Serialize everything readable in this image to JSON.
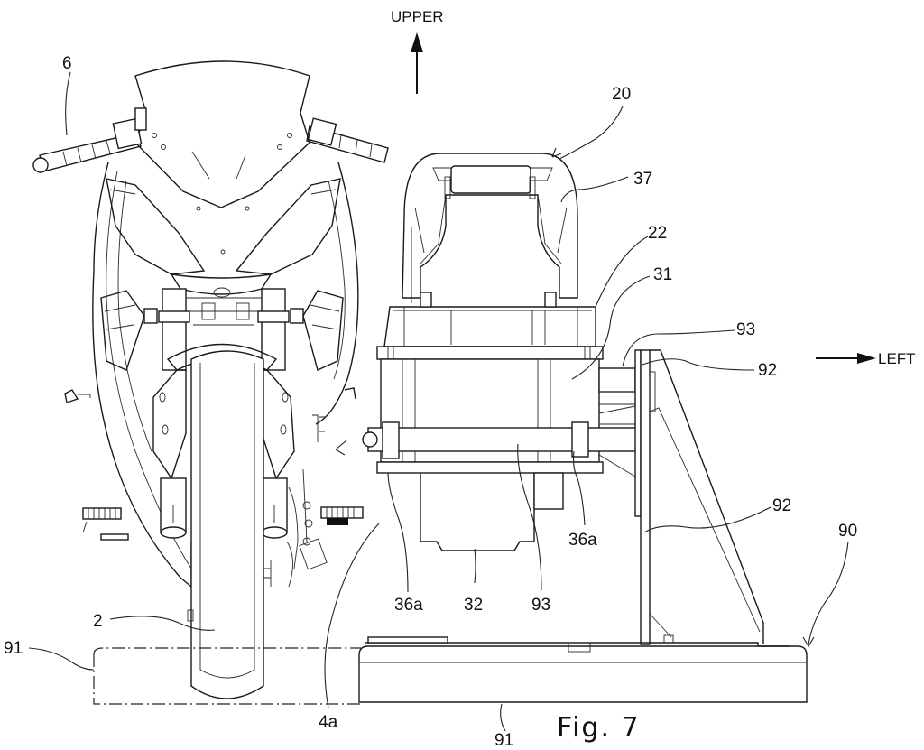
{
  "figure": {
    "caption": "Fig. 7",
    "directions": {
      "up": "UPPER",
      "right": "LEFT"
    },
    "reference_labels": {
      "handlebar": "6",
      "front_wheel": "2",
      "motorcycle_side": "4a",
      "stand_base_dashed": "91",
      "stand_base": "91",
      "battery_unit": "20",
      "handle_cover": "37",
      "upper_case": "22",
      "battery_body": "31",
      "lower_case": "32",
      "mount_left": "36a",
      "mount_right": "36a",
      "rail_upper": "93",
      "rail_lower": "93",
      "post_upper": "92",
      "post_lower": "92",
      "stand": "90"
    }
  }
}
